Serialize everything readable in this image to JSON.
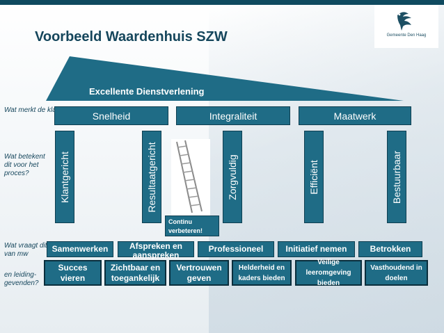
{
  "title": "Voorbeeld Waardenhuis SZW",
  "logo": {
    "text": "Gemeente Den Haag"
  },
  "roof": {
    "label": "Excellente Dienstverlening"
  },
  "side_labels": {
    "klant": "Wat merkt de klant?",
    "proces": "Wat betekent dit voor het proces?",
    "mw": "Wat vraagt dit van mw",
    "leiding": "en leiding-gevenden?"
  },
  "beams": [
    "Snelheid",
    "Integraliteit",
    "Maatwerk"
  ],
  "pillars": [
    "Klantgericht",
    "Resultaatgericht",
    "Zorgvuldig",
    "Efficiënt",
    "Bestuurbaar"
  ],
  "continu": "Continu verbeteren!",
  "row_mw": [
    "Samenwerken",
    "Afspreken en aanspreken",
    "Professioneel",
    "Initiatief nemen",
    "Betrokken"
  ],
  "row_leiding": [
    "Succes vieren",
    "Zichtbaar en toegankelijk",
    "Vertrouwen geven",
    "Helderheid en kaders bieden",
    "Veilige leeromgeving bieden",
    "Vasthoudend in doelen"
  ],
  "colors": {
    "dark_teal": "#15465c",
    "box_blue": "#1f6c86",
    "roof_blue": "#1f6c86"
  }
}
